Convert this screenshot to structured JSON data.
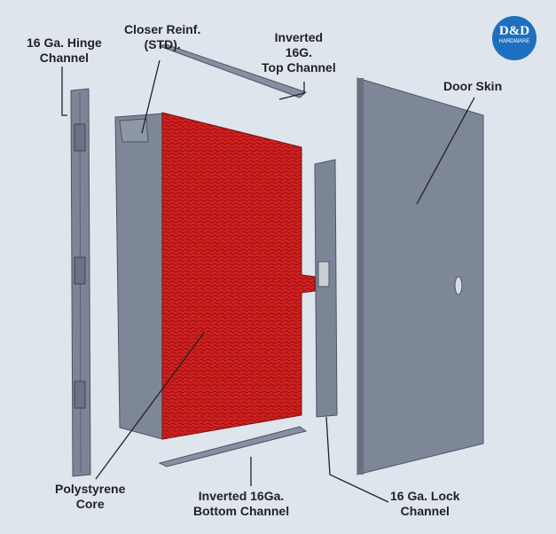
{
  "logo": {
    "text": "D&D",
    "subtext": "HARDWARE",
    "color": "#1e6fc0"
  },
  "labels": {
    "hinge_channel": "16 Ga. Hinge\nChannel",
    "closer_reinf": "Closer Reinf.\n(STD).",
    "top_channel": "Inverted\n16G.\nTop Channel",
    "door_skin": "Door Skin",
    "core": "Polystyrene\nCore",
    "bottom_channel": "Inverted 16Ga.\nBottom Channel",
    "lock_channel": "16 Ga. Lock\nChannel"
  },
  "colors": {
    "background": "#dfe5ec",
    "steel": "#7b8596",
    "core": "#d42020"
  }
}
